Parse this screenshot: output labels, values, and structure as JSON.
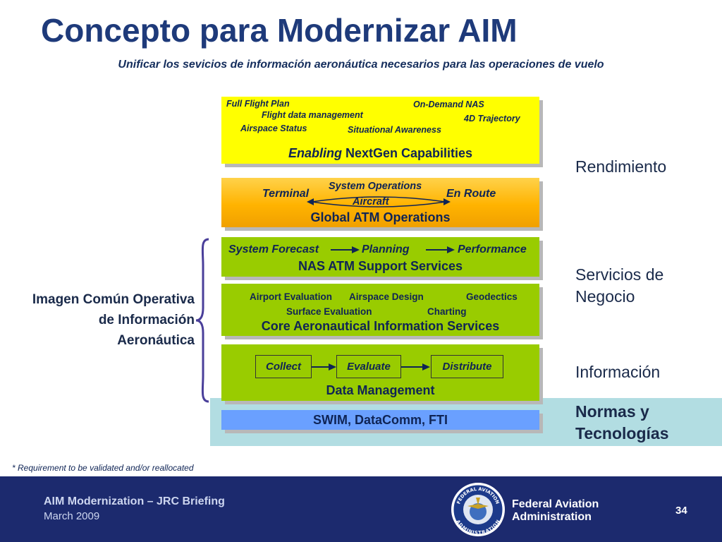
{
  "title": "Concepto para Modernizar AIM",
  "subtitle": "Unificar los sevicios de información aeronáutica necesarios para las operaciones de vuelo",
  "layers": {
    "capabilities": {
      "items": [
        "Full Flight Plan",
        "Flight data management",
        "Airspace Status",
        "On-Demand NAS",
        "Situational Awareness",
        "4D Trajectory"
      ],
      "title_italic": "Enabling",
      "title_rest": "NextGen Capabilities"
    },
    "atm_ops": {
      "terminal": "Terminal",
      "system_operations": "System Operations",
      "aircraft": "Aircraft",
      "en_route": "En Route",
      "title": "Global ATM Operations"
    },
    "nas_support": {
      "flow": [
        "System Forecast",
        "Planning",
        "Performance"
      ],
      "title": "NAS ATM Support Services"
    },
    "core_services": {
      "items": [
        "Airport Evaluation",
        "Airspace Design",
        "Geodectics",
        "Surface Evaluation",
        "Charting"
      ],
      "title": "Core Aeronautical Information Services"
    },
    "data_management": {
      "steps": [
        "Collect",
        "Evaluate",
        "Distribute"
      ],
      "title": "Data Management"
    },
    "swim": {
      "title": "SWIM, DataComm, FTI"
    }
  },
  "right_labels": {
    "rendimiento": "Rendimiento",
    "servicios": [
      "Servicios de",
      "Negocio"
    ],
    "informacion": "Información",
    "normas": [
      "Normas y",
      "Tecnologías"
    ]
  },
  "left_label": [
    "Imagen Común Operativa",
    "de Información",
    "Aeronáutica"
  ],
  "footnote": "* Requirement to be validated and/or reallocated",
  "footer": {
    "briefing": "AIM Modernization – JRC Briefing",
    "date": "March 2009",
    "agency": [
      "Federal Aviation",
      "Administration"
    ],
    "seal_text": [
      "FEDERAL AVIATION",
      "ADMINISTRATION"
    ],
    "page_number": "34"
  },
  "colors": {
    "title": "#1e3a7a",
    "capabilities_fill": "#ffff00",
    "atm_fill": "#ffb300",
    "services_fill": "#99cc00",
    "swim_fill": "#6aa0ff",
    "band_fill": "#b2dde2",
    "footer_fill": "#1c2a6e",
    "bracket": "#4a3f9a"
  }
}
